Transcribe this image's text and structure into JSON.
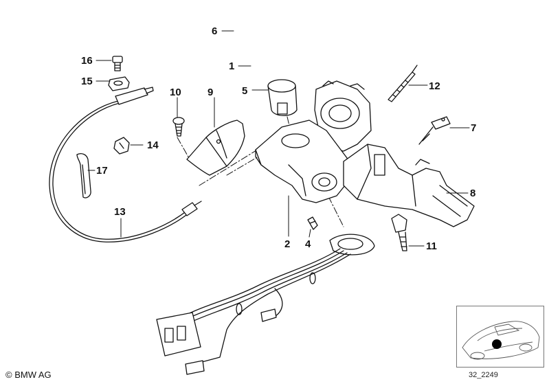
{
  "callouts": [
    "1",
    "2",
    "4",
    "5",
    "6",
    "7",
    "8",
    "9",
    "10",
    "11",
    "12",
    "13",
    "14",
    "15",
    "16",
    "17"
  ],
  "footer": {
    "copyright": "© BMW AG",
    "figure_code": "32_2249"
  }
}
